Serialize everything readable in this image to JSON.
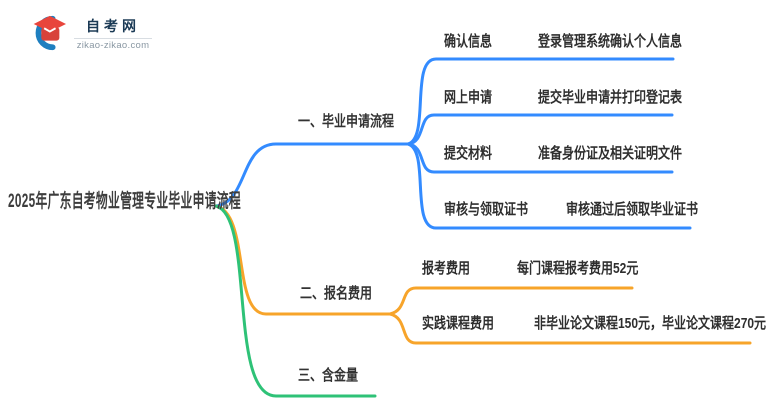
{
  "logo": {
    "site_name": "自考网",
    "site_url": "zikao-zikao.com"
  },
  "root": {
    "title": "2025年广东自考物业管理专业毕业申请流程"
  },
  "branches": [
    {
      "label": "一、毕业申请流程",
      "color": "#338bff",
      "children": [
        {
          "label": "确认信息",
          "value": "登录管理系统确认个人信息"
        },
        {
          "label": "网上申请",
          "value": "提交毕业申请并打印登记表"
        },
        {
          "label": "提交材料",
          "value": "准备身份证及相关证明文件"
        },
        {
          "label": "审核与领取证书",
          "value": "审核通过后领取毕业证书"
        }
      ]
    },
    {
      "label": "二、报名费用",
      "color": "#f7a42a",
      "children": [
        {
          "label": "报考费用",
          "value": "每门课程报考费用52元"
        },
        {
          "label": "实践课程费用",
          "value": "非毕业论文课程150元，毕业论文课程270元"
        }
      ]
    },
    {
      "label": "三、含金量",
      "color": "#2ec277",
      "children": []
    }
  ],
  "colors": {
    "branch1": "#338bff",
    "branch2": "#f7a42a",
    "bran3_note": "",
    "branch3": "#2ec277",
    "logo_blue": "#1e7fc0",
    "logo_red": "#e8453c",
    "logo_red_dark": "#d8423a",
    "root_text": "#3d3d3d"
  }
}
